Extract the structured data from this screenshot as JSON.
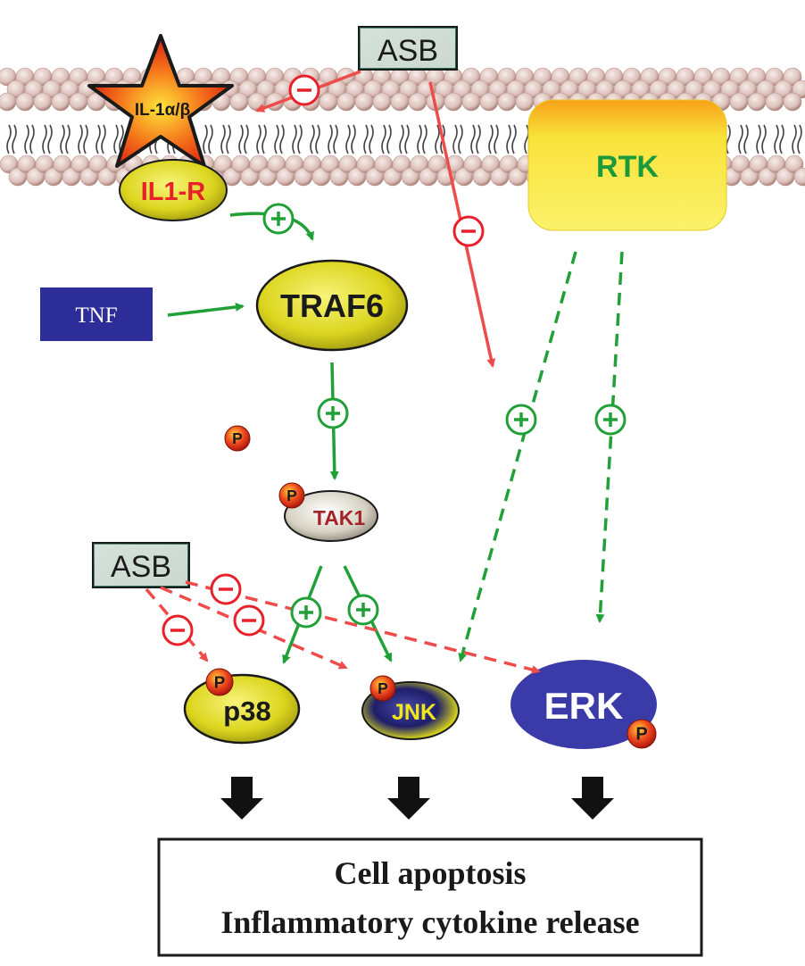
{
  "nodes": {
    "asb_top": "ASB",
    "asb_bottom": "ASB",
    "ligand": "IL-1α/β",
    "receptor": "IL1-R",
    "rtk": "RTK",
    "tnf": "TNF",
    "traf6": "TRAF6",
    "tak1": "TAK1",
    "p38": "p38",
    "jnk": "JNK",
    "erk": "ERK"
  },
  "symbols": {
    "phospho": "P",
    "activate": "+",
    "inhibit": "−"
  },
  "outcome": {
    "line1": "Cell apoptosis",
    "line2": "Inflammatory cytokine release"
  },
  "colors": {
    "activation": "#21a038",
    "inhibition": "#ee4b4b",
    "inhibit_circle": "#e8202a",
    "membrane_head": "#e3c9c3",
    "membrane_tail": "#444444",
    "node_yellow": "#e6e22c",
    "node_green_text": "#1a9a3a",
    "asb_fill": "#2e6a54",
    "tnf_fill": "#2d2d9a",
    "erk_fill": "#3a3aa8",
    "rtk_fill": "#f7e93c"
  }
}
